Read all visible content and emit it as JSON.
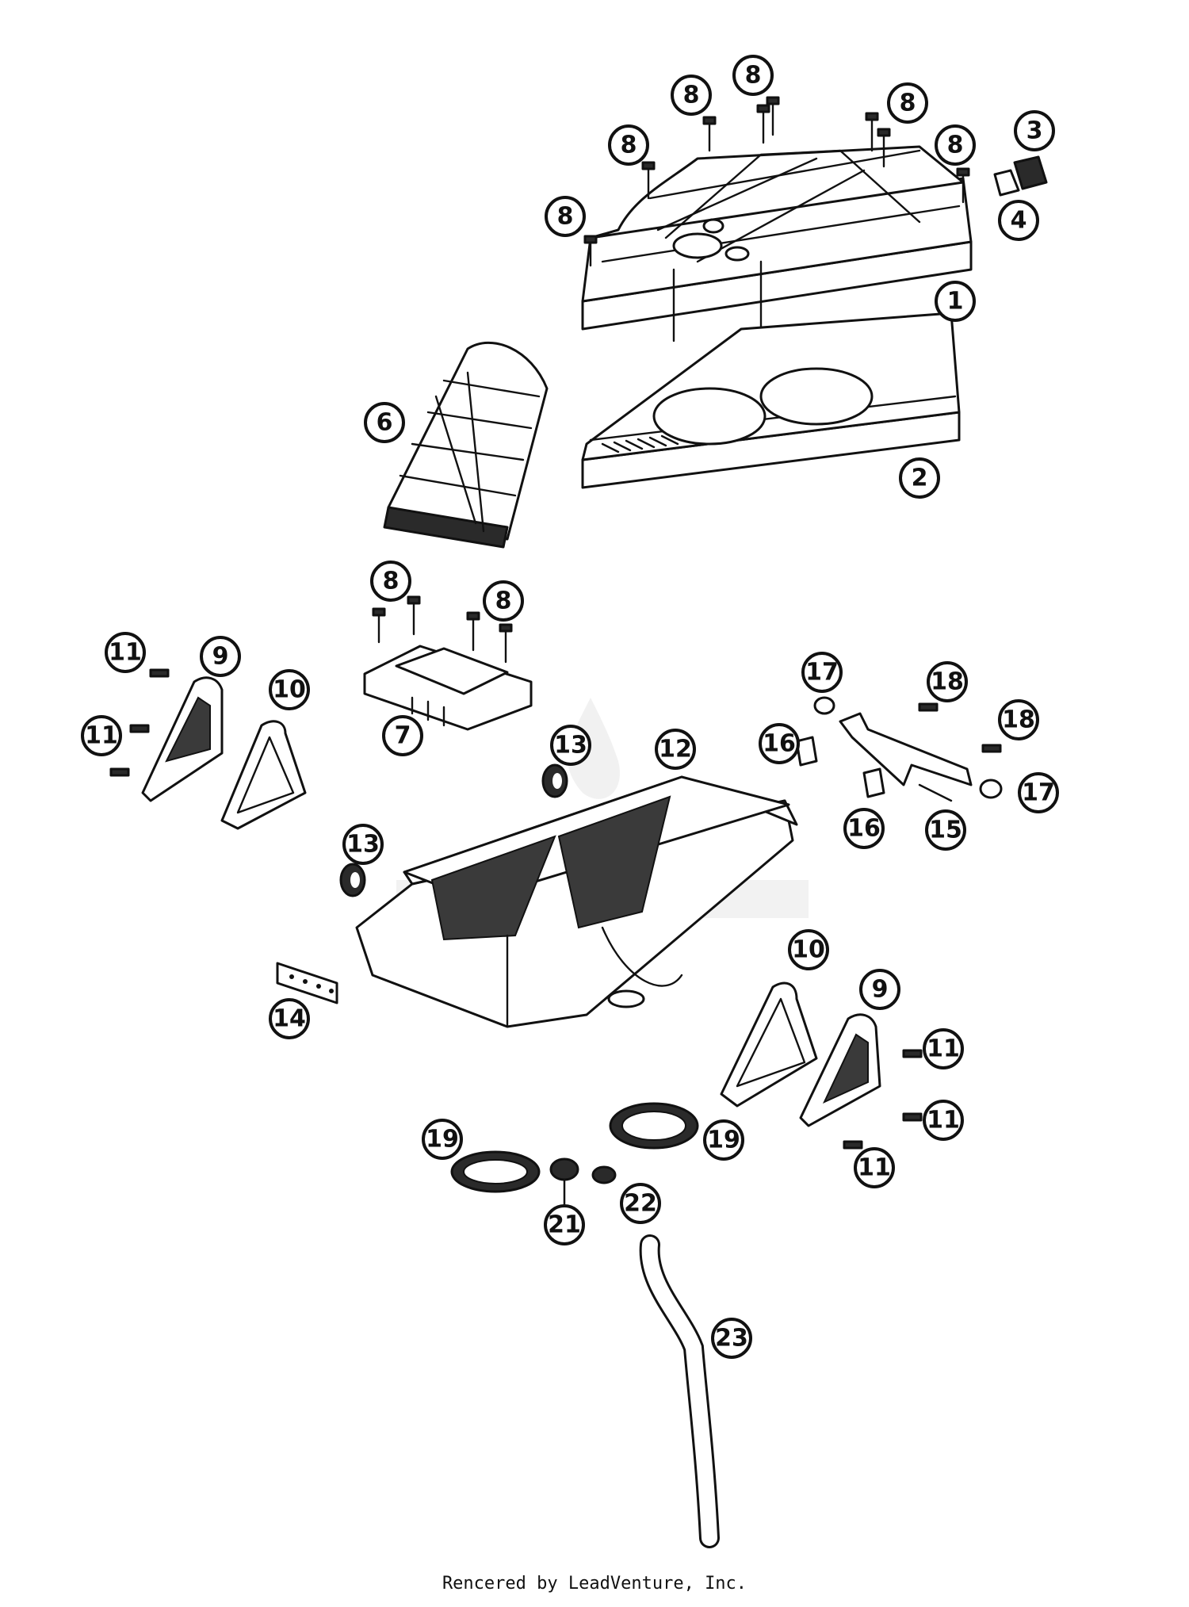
{
  "footer": {
    "credit": "Rencered by LeadVenture, Inc."
  },
  "callouts": [
    {
      "id": "callout-1",
      "label": "1"
    },
    {
      "id": "callout-2",
      "label": "2"
    },
    {
      "id": "callout-3",
      "label": "3"
    },
    {
      "id": "callout-4",
      "label": "4"
    },
    {
      "id": "callout-6",
      "label": "6"
    },
    {
      "id": "callout-7",
      "label": "7"
    },
    {
      "id": "callout-8a",
      "label": "8"
    },
    {
      "id": "callout-8b",
      "label": "8"
    },
    {
      "id": "callout-8c",
      "label": "8"
    },
    {
      "id": "callout-8d",
      "label": "8"
    },
    {
      "id": "callout-8e",
      "label": "8"
    },
    {
      "id": "callout-8f",
      "label": "8"
    },
    {
      "id": "callout-8g",
      "label": "8"
    },
    {
      "id": "callout-8h",
      "label": "8"
    },
    {
      "id": "callout-9a",
      "label": "9"
    },
    {
      "id": "callout-9b",
      "label": "9"
    },
    {
      "id": "callout-10a",
      "label": "10"
    },
    {
      "id": "callout-10b",
      "label": "10"
    },
    {
      "id": "callout-11a",
      "label": "11"
    },
    {
      "id": "callout-11b",
      "label": "11"
    },
    {
      "id": "callout-11c",
      "label": "11"
    },
    {
      "id": "callout-11d",
      "label": "11"
    },
    {
      "id": "callout-11e",
      "label": "11"
    },
    {
      "id": "callout-12",
      "label": "12"
    },
    {
      "id": "callout-13a",
      "label": "13"
    },
    {
      "id": "callout-13b",
      "label": "13"
    },
    {
      "id": "callout-14",
      "label": "14"
    },
    {
      "id": "callout-15",
      "label": "15"
    },
    {
      "id": "callout-16a",
      "label": "16"
    },
    {
      "id": "callout-16b",
      "label": "16"
    },
    {
      "id": "callout-17a",
      "label": "17"
    },
    {
      "id": "callout-17b",
      "label": "17"
    },
    {
      "id": "callout-18a",
      "label": "18"
    },
    {
      "id": "callout-18b",
      "label": "18"
    },
    {
      "id": "callout-19a",
      "label": "19"
    },
    {
      "id": "callout-19b",
      "label": "19"
    },
    {
      "id": "callout-21",
      "label": "21"
    },
    {
      "id": "callout-22",
      "label": "22"
    },
    {
      "id": "callout-23",
      "label": "23"
    }
  ]
}
